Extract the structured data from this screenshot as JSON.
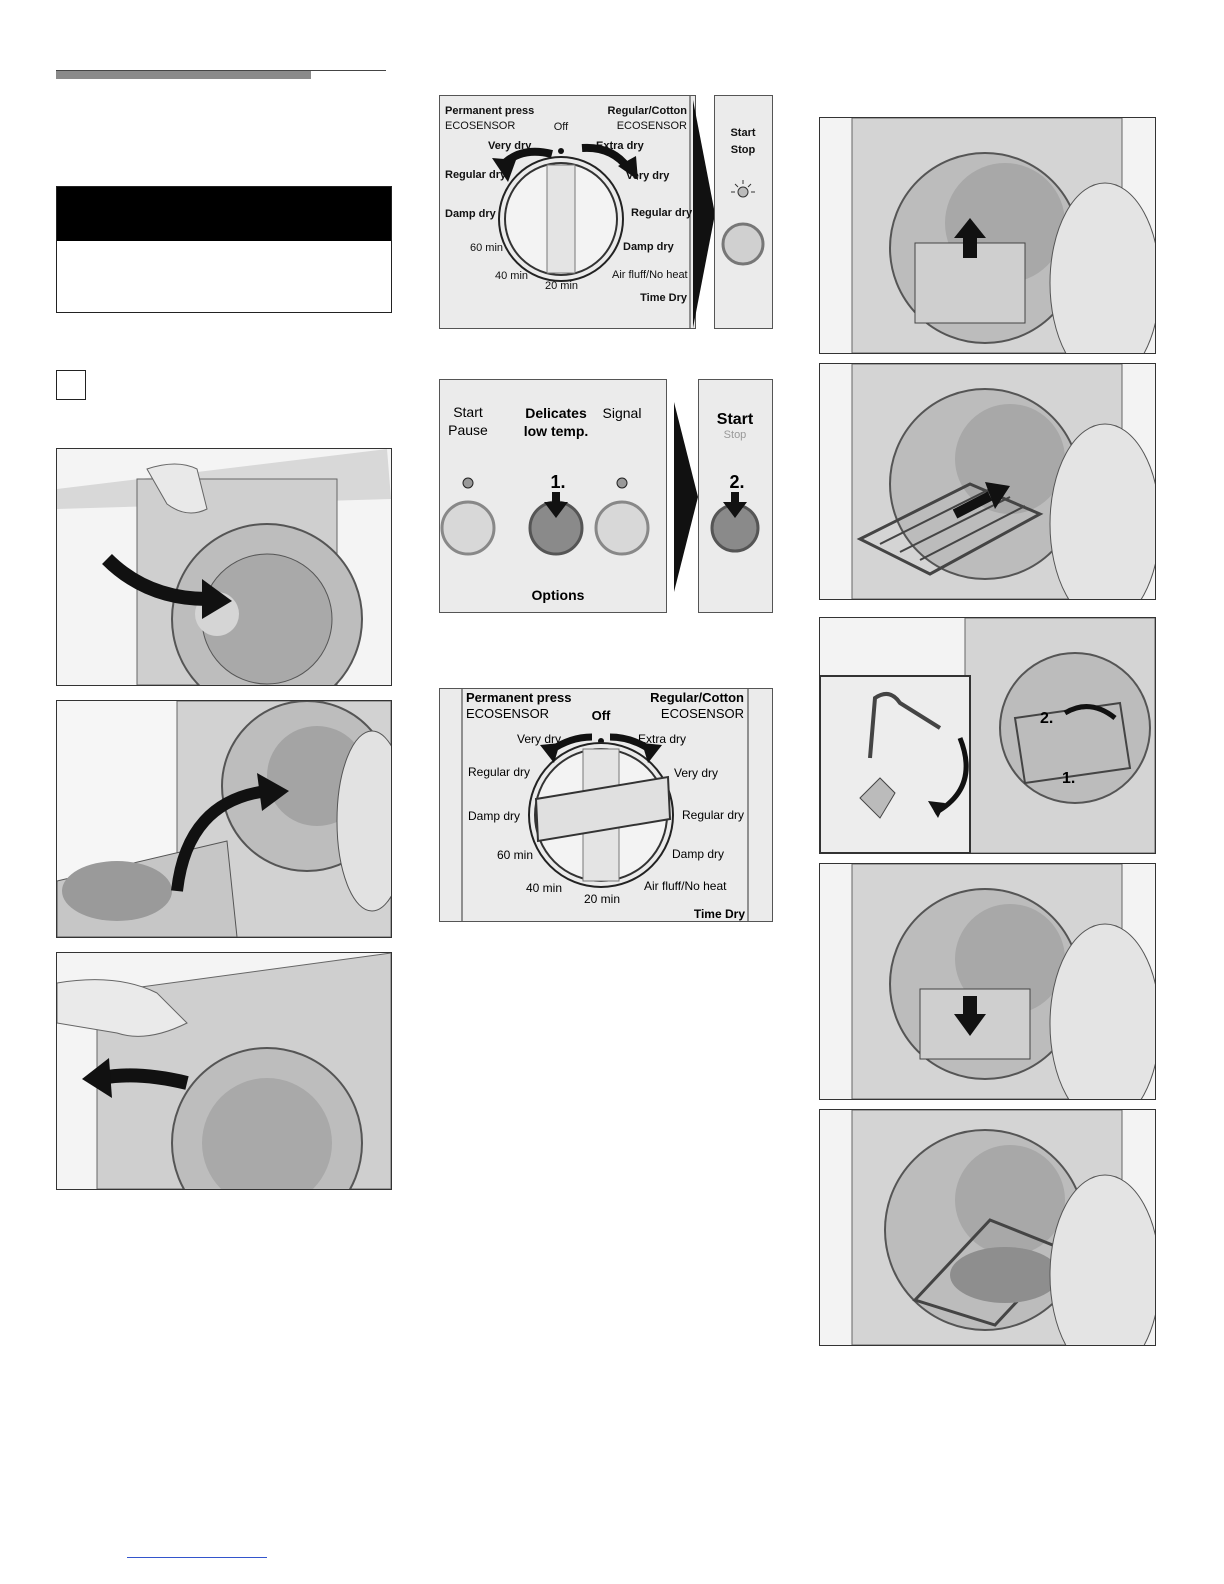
{
  "header": {
    "accent_color": "#8a8a8a"
  },
  "warning_box": {
    "heading": "",
    "body": ""
  },
  "step_marker": {
    "label": ""
  },
  "dial_panel_1": {
    "left_program": "Permanent press",
    "left_sensor": "ECOSENSOR",
    "right_program": "Regular/Cotton",
    "right_sensor": "ECOSENSOR",
    "off": "Off",
    "left_very_dry": "Very dry",
    "right_extra_dry": "Extra dry",
    "left_regular_dry": "Regular dry",
    "right_very_dry": "Very dry",
    "left_damp_dry": "Damp dry",
    "right_regular_dry": "Regular dry",
    "right_damp_dry": "Damp dry",
    "t60": "60 min",
    "t40": "40 min",
    "t20": "20 min",
    "air_fluff": "Air fluff/No heat",
    "time_dry": "Time Dry"
  },
  "start_panel_1": {
    "start": "Start",
    "stop": "Stop"
  },
  "options_panel": {
    "start": "Start",
    "pause": "Pause",
    "delicates": "Delicates",
    "low_temp": "low temp.",
    "signal": "Signal",
    "step1": "1.",
    "options": "Options"
  },
  "start_panel_2": {
    "start": "Start",
    "stop": "Stop",
    "step2": "2."
  },
  "dial_panel_2": {
    "left_program": "Permanent press",
    "left_sensor": "ECOSENSOR",
    "right_program": "Regular/Cotton",
    "right_sensor": "ECOSENSOR",
    "off": "Off",
    "left_very_dry": "Very dry",
    "right_extra_dry": "Extra dry",
    "left_regular_dry": "Regular dry",
    "right_very_dry": "Very dry",
    "left_damp_dry": "Damp dry",
    "right_regular_dry": "Regular dry",
    "right_damp_dry": "Damp dry",
    "t60": "60 min",
    "t40": "40 min",
    "t20": "20 min",
    "air_fluff": "Air fluff/No heat",
    "time_dry": "Time Dry"
  },
  "rack_steps": {
    "step1": "1.",
    "step2": "2."
  },
  "footer": {
    "link_color": "#3355cc"
  }
}
